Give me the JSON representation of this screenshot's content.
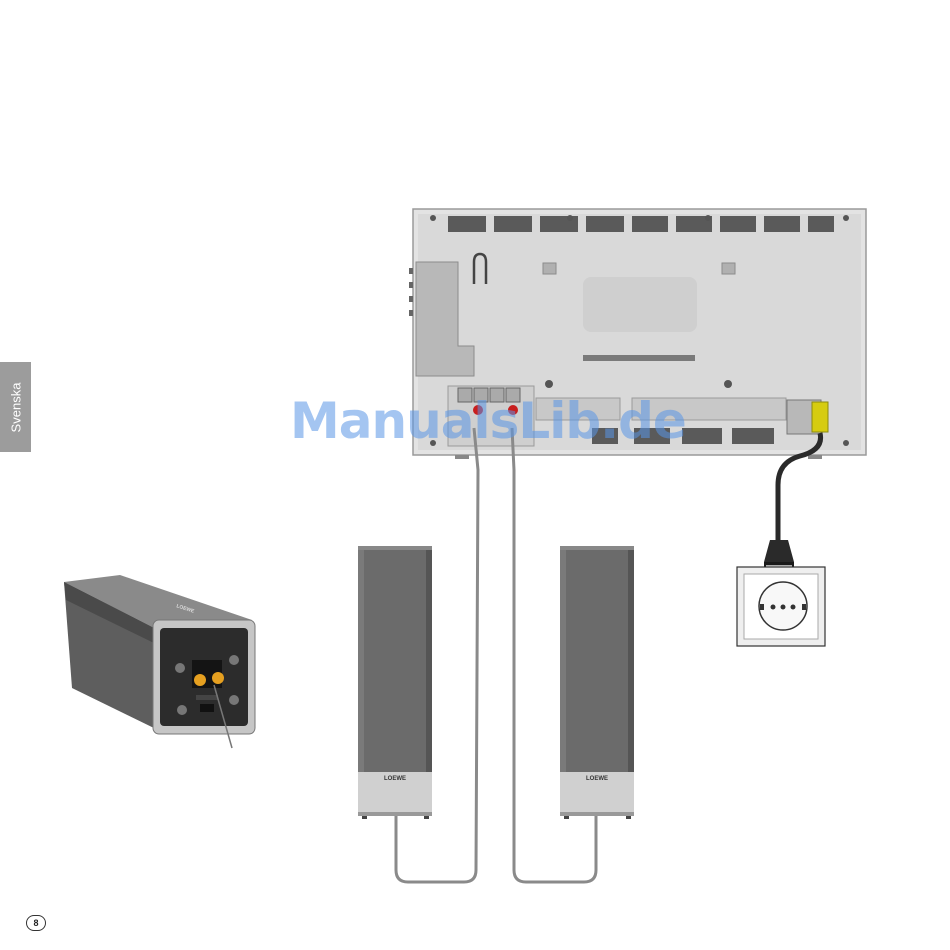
{
  "side_tab": {
    "label": "Svenska"
  },
  "watermark": {
    "text": "ManualsLib.de"
  },
  "page": {
    "number": "8"
  },
  "speakers": {
    "brand": "LOEWE"
  },
  "colors": {
    "tab_gray": "#9c9c9c",
    "speaker_body": "#6b6b6b",
    "speaker_base": "#d0d0d0",
    "cable": "#8a8a8a",
    "power_plug_yellow": "#d6cc10",
    "watermark_blue": "#5a96e6"
  }
}
